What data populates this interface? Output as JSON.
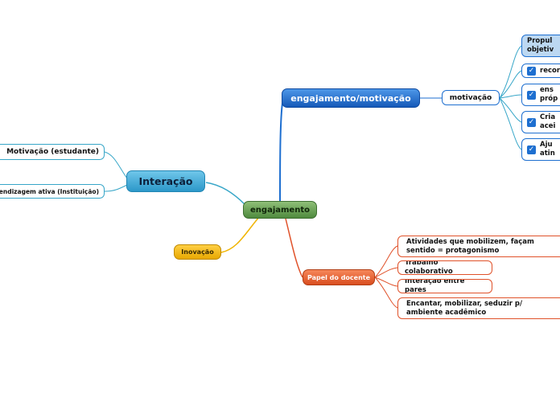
{
  "center": {
    "label": "engajamento"
  },
  "branches": {
    "engajamento_motivacao": {
      "label": "engajamento/motivação",
      "child": {
        "label": "motivação"
      },
      "items": [
        {
          "text": "Propul objetiv",
          "lines": [
            "Propul",
            "objetiv"
          ],
          "check": false
        },
        {
          "text": "recor",
          "lines": [
            "recor"
          ],
          "check": true
        },
        {
          "text": "ens próp",
          "lines": [
            "ens",
            "próp"
          ],
          "check": true
        },
        {
          "text": "Cria acei",
          "lines": [
            "Cria",
            "acei"
          ],
          "check": true
        },
        {
          "text": "Aju atin",
          "lines": [
            "Aju",
            "atin"
          ],
          "check": true
        }
      ]
    },
    "interacao": {
      "label": "Interação",
      "items": [
        {
          "text": "Motivação (estudante)"
        },
        {
          "text": "endizagem ativa (Instituição)"
        }
      ]
    },
    "inovacao": {
      "label": "Inovação"
    },
    "papel_docente": {
      "label": "Papel do docente",
      "items": [
        {
          "text": "Atividades que mobilizem, façam sentido = protagonismo",
          "lines": [
            "Atividades que mobilizem, façam",
            "sentido = protagonismo"
          ]
        },
        {
          "text": "Trabalho colaborativo",
          "lines": [
            "Trabalho colaborativo"
          ]
        },
        {
          "text": "Interação entre pares",
          "lines": [
            "Interação entre pares"
          ]
        },
        {
          "text": "Encantar, mobilizar, seduzir p/ ambiente acadêmico",
          "lines": [
            "Encantar, mobilizar, seduzir p/",
            "ambiente acadêmico"
          ]
        }
      ]
    }
  },
  "colors": {
    "center": "#5e9a4a",
    "blue": "#1e6fd0",
    "orange": "#e0522a",
    "yellow": "#f0b400",
    "teal": "#37a6c8",
    "highlight": "#bcd8f2"
  }
}
